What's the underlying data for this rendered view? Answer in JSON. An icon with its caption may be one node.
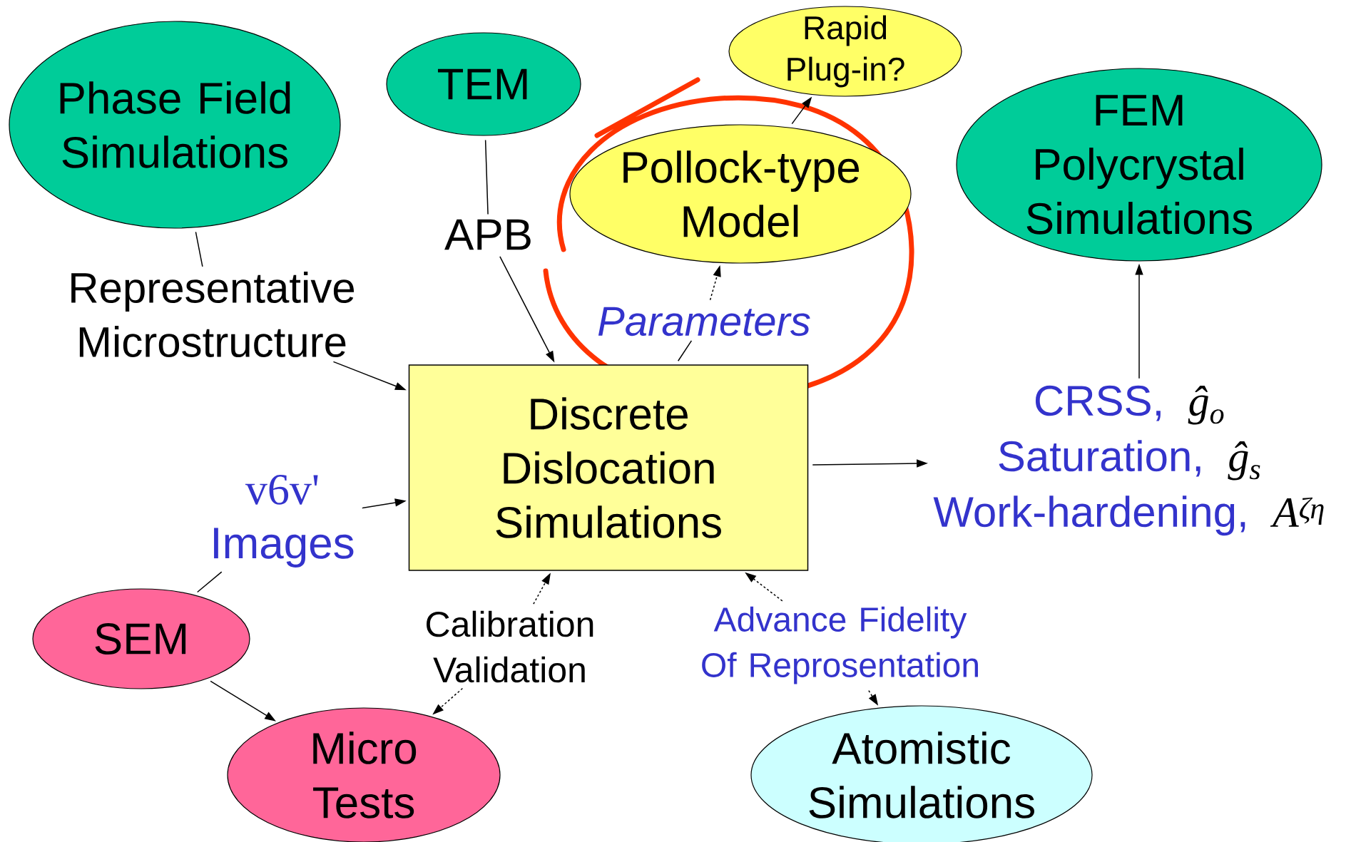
{
  "diagram": {
    "nodes": [
      {
        "text": [
          "Phase Field Simulations"
        ]
      },
      {
        "text": [
          "TEM"
        ]
      },
      {
        "text": [
          "Rapid Plug-in?"
        ]
      },
      {
        "text": [
          "Pollock-type Model"
        ]
      },
      {
        "text": [
          "FEM Polycrystal Simulations"
        ]
      },
      {
        "text": [
          "Representative Microstructure"
        ]
      },
      {
        "text": [
          "APB"
        ]
      },
      {
        "text": [
          "Parameters"
        ]
      },
      {
        "text": [
          "Discrete Dislocation Simulations"
        ]
      },
      {
        "text": [
          "CRSS,",
          "ĝ$_{o}$",
          "Saturation,",
          "ĝ$_{s}$",
          "Work-hardening,",
          "A$^{ζη}$"
        ]
      },
      {
        "text": [
          "v6v'",
          "Images"
        ]
      },
      {
        "text": [
          "SEM"
        ]
      },
      {
        "text": [
          "Calibration Validation"
        ]
      },
      {
        "text": [
          "Advance Fidelity Of Reprosentation"
        ]
      },
      {
        "text": [
          "Micro Tests"
        ]
      },
      {
        "text": [
          "Atomistic Simulations"
        ]
      }
    ],
    "edges": [
      {
        "from": 0,
        "to": 5,
        "arrow": "none"
      },
      {
        "from": 5,
        "to": 8,
        "arrow": "to"
      },
      {
        "from": 1,
        "to": 6,
        "arrow": "none"
      },
      {
        "from": 6,
        "to": 8,
        "arrow": "to"
      },
      {
        "from": 8,
        "to": 7,
        "arrow": "none"
      },
      {
        "from": 7,
        "to": 3,
        "arrow": "to",
        "style": "dashed"
      },
      {
        "from": 3,
        "to": 2,
        "arrow": "to"
      },
      {
        "from": 8,
        "to": 9,
        "arrow": "to"
      },
      {
        "from": 9,
        "to": 4,
        "arrow": "to"
      },
      {
        "from": 10,
        "to": 8,
        "arrow": "to"
      },
      {
        "from": 11,
        "to": 10,
        "arrow": "none"
      },
      {
        "from": 11,
        "to": 14,
        "arrow": "to"
      },
      {
        "from": 12,
        "to": 8,
        "arrow": "to",
        "style": "dashed"
      },
      {
        "from": 12,
        "to": 14,
        "arrow": "to",
        "style": "dashed"
      },
      {
        "from": 13,
        "to": 8,
        "arrow": "to",
        "style": "dashed"
      },
      {
        "from": 13,
        "to": 15,
        "arrow": "to",
        "style": "dashed"
      }
    ]
  }
}
